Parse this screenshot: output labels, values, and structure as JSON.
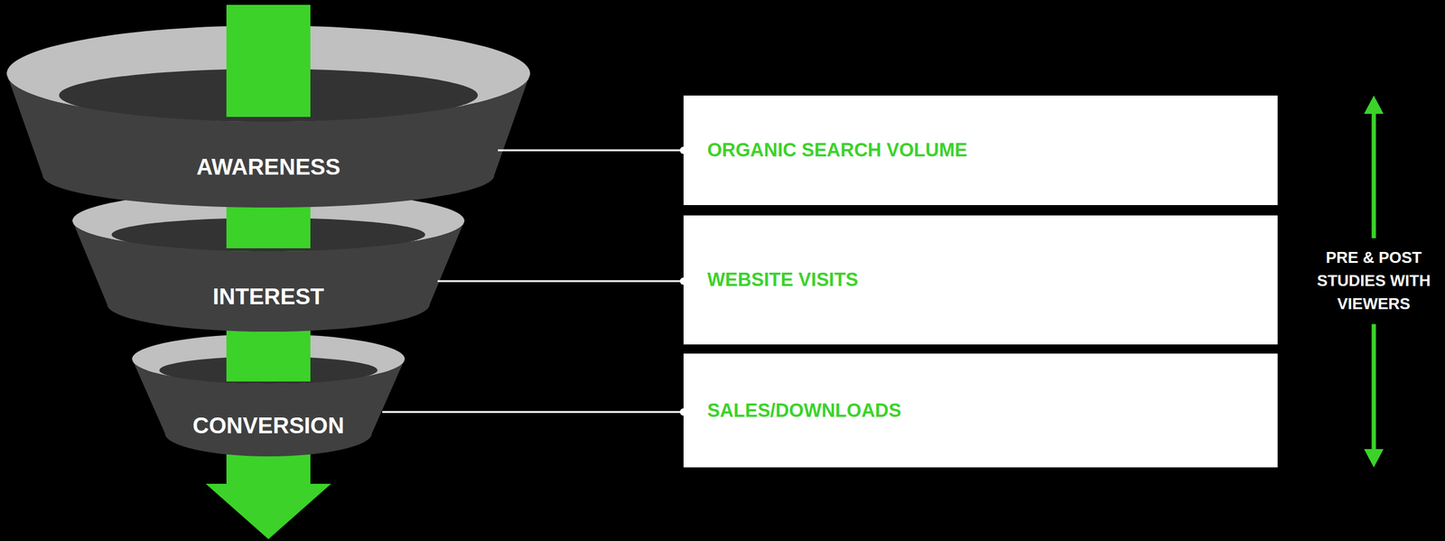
{
  "diagram": {
    "nodes": [
      {
        "text": [
          "AWARENESS"
        ]
      },
      {
        "text": [
          "INTEREST"
        ]
      },
      {
        "text": [
          "CONVERSION"
        ]
      },
      {
        "text": [
          "ORGANIC SEARCH VOLUME"
        ]
      },
      {
        "text": [
          "WEBSITE VISITS"
        ]
      },
      {
        "text": [
          "SALES/DOWNLOADS"
        ]
      }
    ],
    "edges": [
      {
        "from": 0,
        "to": 3,
        "arrow": "none"
      },
      {
        "from": 1,
        "to": 4,
        "arrow": "none"
      },
      {
        "from": 2,
        "to": 5,
        "arrow": "none"
      }
    ],
    "labels": [
      "PRE & POST STUDIES WITH VIEWERS"
    ]
  }
}
